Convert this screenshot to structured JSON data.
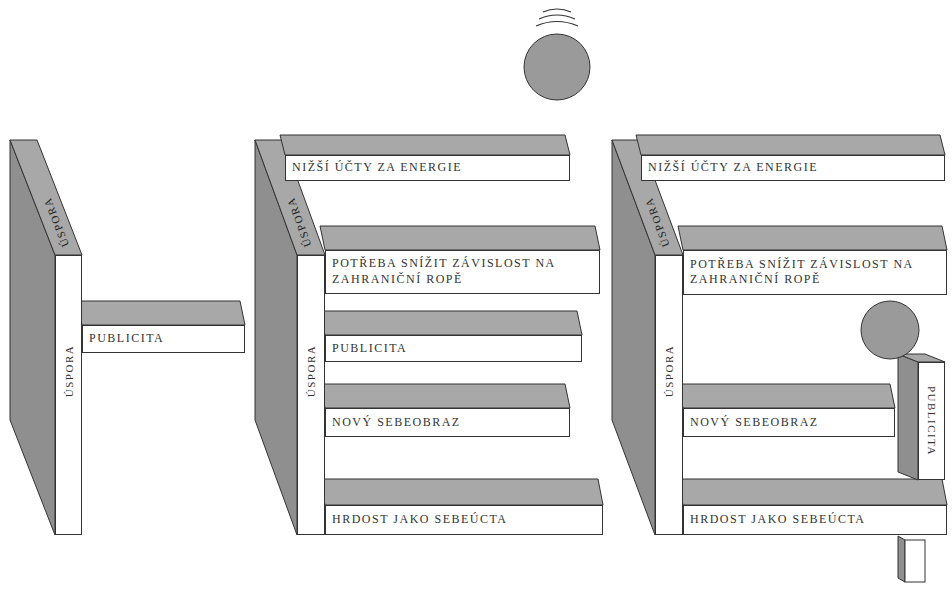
{
  "diagram": {
    "nodes": [
      {
        "text": [
          "ÚSPORA",
          "ÚSPORA"
        ]
      },
      {
        "text": [
          "PUBLICITA"
        ]
      },
      {
        "text": [
          "ÚSPORA",
          "ÚSPORA"
        ]
      },
      {
        "text": [
          "NIŽŠÍ ÚČTY ZA ENERGIE"
        ]
      },
      {
        "text": [
          "POTŘEBA SNÍŽIT ZÁVISLOST NA ZAHRANIČNÍ ROPĚ"
        ]
      },
      {
        "text": [
          "PUBLICITA"
        ]
      },
      {
        "text": [
          "NOVÝ SEBEOBRAZ"
        ]
      },
      {
        "text": [
          "HRDOST JAKO SEBEÚCTA"
        ]
      },
      {
        "text": [
          "ÚSPORA",
          "ÚSPORA"
        ]
      },
      {
        "text": [
          "NIŽŠÍ ÚČTY ZA ENERGIE"
        ]
      },
      {
        "text": [
          "POTŘEBA SNÍŽIT ZÁVISLOST NA ZAHRANIČNÍ ROPĚ"
        ]
      },
      {
        "text": [
          "NOVÝ SEBEOBRAZ"
        ]
      },
      {
        "text": [
          "HRDOST JAKO SEBEÚCTA"
        ]
      },
      {
        "text": [
          "PUBLICITA"
        ]
      }
    ]
  }
}
